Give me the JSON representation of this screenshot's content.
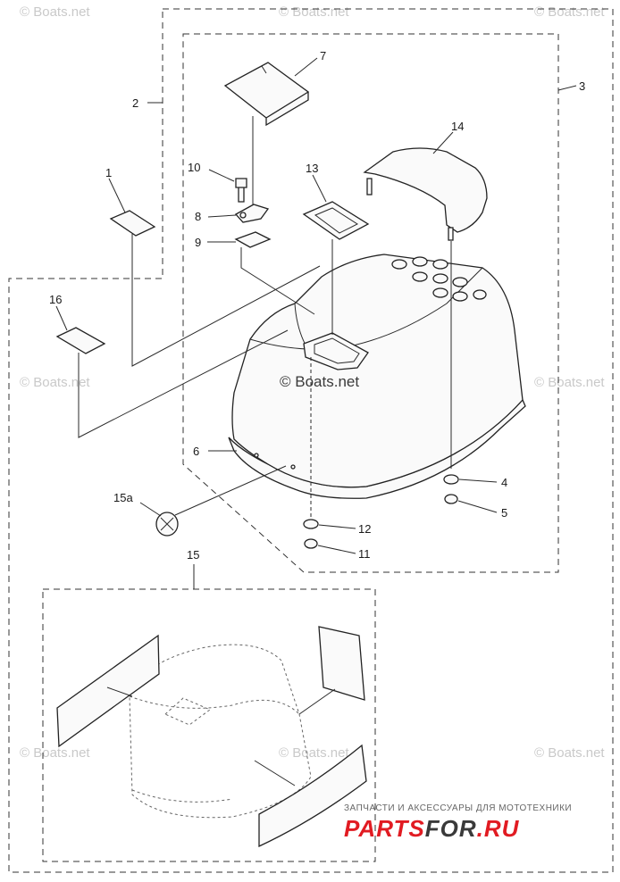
{
  "diagram": {
    "callouts": [
      {
        "id": "c1",
        "text": "1"
      },
      {
        "id": "c2",
        "text": "2"
      },
      {
        "id": "c3",
        "text": "3"
      },
      {
        "id": "c4",
        "text": "4"
      },
      {
        "id": "c5",
        "text": "5"
      },
      {
        "id": "c6",
        "text": "6"
      },
      {
        "id": "c7",
        "text": "7"
      },
      {
        "id": "c8",
        "text": "8"
      },
      {
        "id": "c9",
        "text": "9"
      },
      {
        "id": "c10",
        "text": "10"
      },
      {
        "id": "c11",
        "text": "11"
      },
      {
        "id": "c12",
        "text": "12"
      },
      {
        "id": "c13",
        "text": "13"
      },
      {
        "id": "c14",
        "text": "14"
      },
      {
        "id": "c15",
        "text": "15"
      },
      {
        "id": "c15a",
        "text": "15a"
      },
      {
        "id": "c16",
        "text": "16"
      }
    ]
  },
  "watermarks": {
    "small": "© Boats.net",
    "center": "© Boats.net"
  },
  "brand": {
    "tagline": "ЗАПЧАСТИ И АКСЕССУАРЫ ДЛЯ МОТОТЕХНИКИ",
    "name_part1": "PARTS",
    "name_part2": "FOR",
    "name_part3": ".RU",
    "colors": {
      "red": "#e11b22",
      "dark": "#3a3a3a"
    }
  }
}
